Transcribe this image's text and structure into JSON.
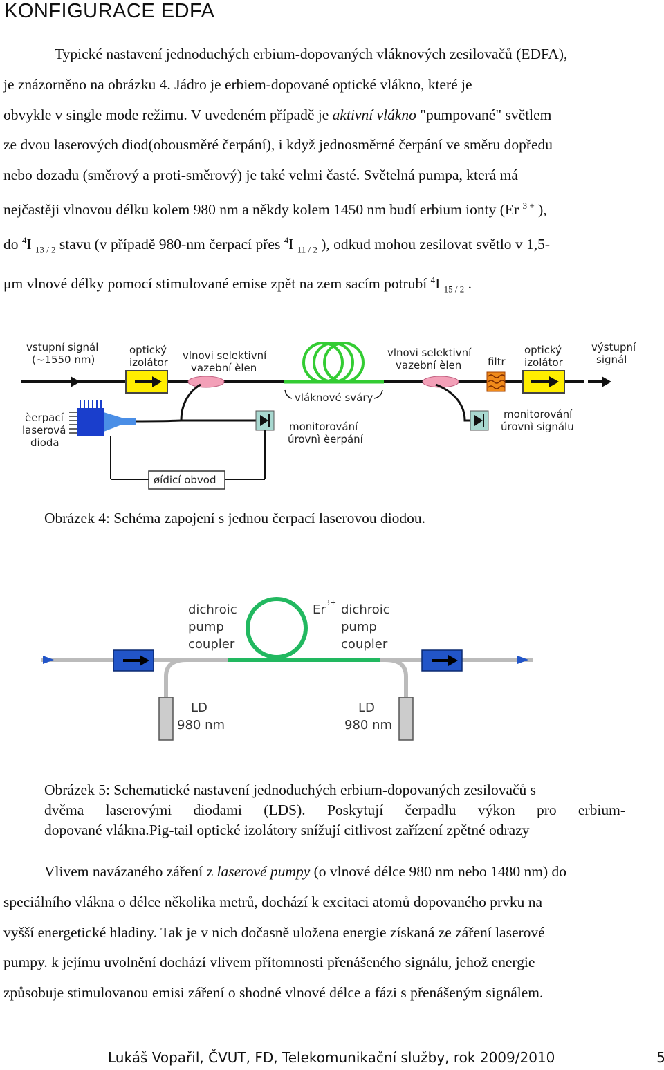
{
  "heading": "KONFIGURACE EDFA",
  "p1": {
    "l1": "Typické nastavení jednoduchých erbium-dopovaných vláknových zesilovačů (EDFA),",
    "l2": "je znázorněno na obrázku 4. Jádro je erbiem-dopované optické vlákno, které je",
    "l3a": "obvykle v single mode režimu. V uvedeném případě je ",
    "l3em": "aktivní vlákno",
    "l3b": " \"pumpované\" světlem",
    "l4": "ze dvou laserových diod(obousměré čerpání), i když jednosměrné čerpání ve směru dopředu",
    "l5": "nebo dozadu (směrový a proti-směrový) je také velmi časté. Světelná pumpa, která má",
    "l6a": "nejčastěji vlnovou délku kolem 980 nm a někdy kolem 1450 nm budí erbium ionty (Er ",
    "l6sup": "3 +",
    "l6b": " ),",
    "l7a": "do ",
    "l7sup1": "4",
    "l7b": "I ",
    "l7sub1": "13 / 2",
    "l7c": " stavu (v případě 980-nm čerpací přes ",
    "l7sup2": "4",
    "l7d": "I ",
    "l7sub2": "11 / 2",
    "l7e": " ), odkud mohou zesilovat světlo v 1,5-",
    "l8a": "μm vlnové délky pomocí stimulované emise zpět na zem sacím potrubí ",
    "l8sup": "4",
    "l8b": "I ",
    "l8sub": "15 / 2",
    "l8c": " ."
  },
  "fig4": {
    "lbl_input1": "vstupní signál",
    "lbl_input2": "(~1550 nm)",
    "lbl_iso1a": "optický",
    "lbl_iso1b": "izolátor",
    "lbl_wdm1a": "vlnovi selektivní",
    "lbl_wdm1b": "vazební èlen",
    "lbl_wdm2a": "vlnovi selektivní",
    "lbl_wdm2b": "vazební èlen",
    "lbl_filter": "filtr",
    "lbl_iso2a": "optický",
    "lbl_iso2b": "izolátor",
    "lbl_out1": "výstupní",
    "lbl_out2": "signál",
    "lbl_coils": "vláknové sváry",
    "lbl_pump1": "èerpací",
    "lbl_pump2": "laserová",
    "lbl_pump3": "dioda",
    "lbl_mon1a": "monitorování",
    "lbl_mon1b": "úrovnì èerpání",
    "lbl_mon2a": "monitorování",
    "lbl_mon2b": "úrovnì signálu",
    "lbl_ctrl": "øídicí obvod"
  },
  "cap4": "Obrázek 4: Schéma zapojení s jednou čerpací laserovou diodou.",
  "fig5": {
    "c1a": "dichroic",
    "c1b": "pump",
    "c1c": "coupler",
    "er": "Er",
    "er_sup": "3+",
    "c2a": "dichroic",
    "c2b": "pump",
    "c2c": "coupler",
    "ld1a": "LD",
    "ld1b": "980 nm",
    "ld2a": "LD",
    "ld2b": "980 nm"
  },
  "cap5": {
    "l1": "Obrázek 5: Schematické nastavení jednoduchých erbium-dopovaných zesilovačů s",
    "l2": "dvěma laserovými diodami (LDS). Poskytují čerpadlu výkon pro erbium-",
    "l3": "dopované vlákna.Pig-tail optické izolátory snížují citlivost zařízení  zpětné odrazy"
  },
  "p2": {
    "l1a": "Vlivem navázaného záření z ",
    "l1em": "laserové pumpy",
    "l1b": " (o vlnové délce 980 nm nebo 1480 nm) do",
    "l2": "speciálního vlákna o délce několika metrů, dochází k excitaci atomů dopovaného prvku na",
    "l3": "vyšší energetické hladiny. Tak je v nich dočasně uložena energie získaná ze záření laserové",
    "l4": "pumpy. k jejímu uvolnění dochází vlivem přítomnosti přenášeného signálu, jehož energie",
    "l5": "způsobuje stimulovanou emisi záření o shodné vlnové délce a fázi s přenášeným signálem."
  },
  "footer": {
    "text": "Lukáš Vopařil, ČVUT, FD, Telekomunikační služby, rok 2009/2010",
    "page": "5"
  }
}
